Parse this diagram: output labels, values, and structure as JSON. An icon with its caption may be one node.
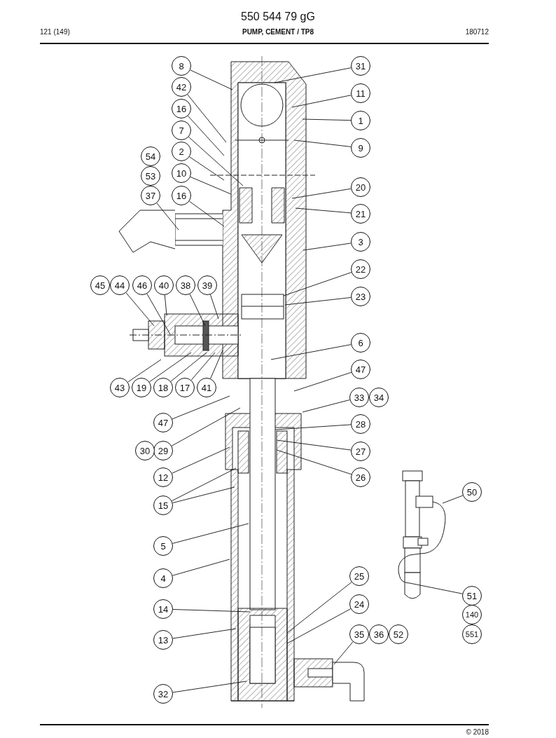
{
  "diagram": {
    "title": "PUMP, CEMENT / TP8",
    "nodes": [
      {
        "text": [
          "8"
        ]
      },
      {
        "text": [
          "31"
        ]
      },
      {
        "text": [
          "42"
        ]
      },
      {
        "text": [
          "11"
        ]
      },
      {
        "text": [
          "16"
        ]
      },
      {
        "text": [
          "1"
        ]
      },
      {
        "text": [
          "7"
        ]
      },
      {
        "text": [
          "9"
        ]
      },
      {
        "text": [
          "2"
        ]
      },
      {
        "text": [
          "10"
        ]
      },
      {
        "text": [
          "20"
        ]
      },
      {
        "text": [
          "37"
        ]
      },
      {
        "text": [
          "16"
        ]
      },
      {
        "text": [
          "21"
        ]
      },
      {
        "text": [
          "3"
        ]
      },
      {
        "text": [
          "22"
        ]
      },
      {
        "text": [
          "44"
        ]
      },
      {
        "text": [
          "46"
        ]
      },
      {
        "text": [
          "40"
        ]
      },
      {
        "text": [
          "38"
        ]
      },
      {
        "text": [
          "39"
        ]
      },
      {
        "text": [
          "23"
        ]
      },
      {
        "text": [
          "6"
        ]
      },
      {
        "text": [
          "43"
        ]
      },
      {
        "text": [
          "19"
        ]
      },
      {
        "text": [
          "18"
        ]
      },
      {
        "text": [
          "17"
        ]
      },
      {
        "text": [
          "41"
        ]
      },
      {
        "text": [
          "47"
        ]
      },
      {
        "text": [
          "33"
        ]
      },
      {
        "text": [
          "47"
        ]
      },
      {
        "text": [
          "29"
        ]
      },
      {
        "text": [
          "28"
        ]
      },
      {
        "text": [
          "27"
        ]
      },
      {
        "text": [
          "12"
        ]
      },
      {
        "text": [
          "26"
        ]
      },
      {
        "text": [
          "15"
        ]
      },
      {
        "text": [
          "5"
        ]
      },
      {
        "text": [
          "4"
        ]
      },
      {
        "text": [
          "25"
        ]
      },
      {
        "text": [
          "14"
        ]
      },
      {
        "text": [
          "24"
        ]
      },
      {
        "text": [
          "13"
        ]
      },
      {
        "text": [
          "35"
        ]
      },
      {
        "text": [
          "32"
        ]
      },
      {
        "text": [
          "50"
        ]
      },
      {
        "text": [
          "51"
        ]
      },
      {
        "text": [
          "54"
        ]
      },
      {
        "text": [
          "53"
        ]
      },
      {
        "text": [
          "45"
        ]
      },
      {
        "text": [
          "34"
        ]
      },
      {
        "text": [
          "30"
        ]
      },
      {
        "text": [
          "36"
        ]
      },
      {
        "text": [
          "52"
        ]
      },
      {
        "text": [
          "140"
        ]
      },
      {
        "text": [
          "551"
        ]
      }
    ],
    "edges": [
      {
        "from": 0,
        "to": null,
        "arrow": "none"
      },
      {
        "from": 1,
        "to": null,
        "arrow": "none"
      },
      {
        "from": 2,
        "to": null,
        "arrow": "none"
      },
      {
        "from": 3,
        "to": null,
        "arrow": "none"
      },
      {
        "from": 4,
        "to": null,
        "arrow": "none"
      },
      {
        "from": 5,
        "to": null,
        "arrow": "none"
      },
      {
        "from": 6,
        "to": null,
        "arrow": "none"
      },
      {
        "from": 7,
        "to": null,
        "arrow": "none"
      },
      {
        "from": 8,
        "to": null,
        "arrow": "none"
      },
      {
        "from": 9,
        "to": null,
        "arrow": "none"
      },
      {
        "from": 10,
        "to": null,
        "arrow": "none"
      },
      {
        "from": 11,
        "to": null,
        "arrow": "none"
      },
      {
        "from": 12,
        "to": null,
        "arrow": "none"
      },
      {
        "from": 13,
        "to": null,
        "arrow": "none"
      },
      {
        "from": 14,
        "to": null,
        "arrow": "none"
      },
      {
        "from": 15,
        "to": null,
        "arrow": "none"
      },
      {
        "from": 16,
        "to": null,
        "arrow": "none"
      },
      {
        "from": 17,
        "to": null,
        "arrow": "none"
      },
      {
        "from": 18,
        "to": null,
        "arrow": "none"
      },
      {
        "from": 19,
        "to": null,
        "arrow": "none"
      },
      {
        "from": 20,
        "to": null,
        "arrow": "none"
      },
      {
        "from": 21,
        "to": null,
        "arrow": "none"
      },
      {
        "from": 22,
        "to": null,
        "arrow": "none"
      },
      {
        "from": 23,
        "to": null,
        "arrow": "none"
      },
      {
        "from": 24,
        "to": null,
        "arrow": "none"
      },
      {
        "from": 25,
        "to": null,
        "arrow": "none"
      },
      {
        "from": 26,
        "to": null,
        "arrow": "none"
      },
      {
        "from": 27,
        "to": null,
        "arrow": "none"
      },
      {
        "from": 28,
        "to": null,
        "arrow": "none"
      },
      {
        "from": 29,
        "to": null,
        "arrow": "none"
      },
      {
        "from": 30,
        "to": null,
        "arrow": "none"
      },
      {
        "from": 31,
        "to": null,
        "arrow": "none"
      },
      {
        "from": 32,
        "to": null,
        "arrow": "none"
      },
      {
        "from": 33,
        "to": null,
        "arrow": "none"
      },
      {
        "from": 34,
        "to": null,
        "arrow": "none"
      },
      {
        "from": 35,
        "to": null,
        "arrow": "none"
      },
      {
        "from": 36,
        "to": null,
        "arrow": "none"
      },
      {
        "from": 36,
        "to": null,
        "arrow": "none"
      },
      {
        "from": 37,
        "to": null,
        "arrow": "none"
      },
      {
        "from": 38,
        "to": null,
        "arrow": "none"
      },
      {
        "from": 39,
        "to": null,
        "arrow": "none"
      },
      {
        "from": 40,
        "to": null,
        "arrow": "none"
      },
      {
        "from": 41,
        "to": null,
        "arrow": "none"
      },
      {
        "from": 42,
        "to": null,
        "arrow": "none"
      },
      {
        "from": 43,
        "to": null,
        "arrow": "none"
      },
      {
        "from": 44,
        "to": null,
        "arrow": "none"
      },
      {
        "from": 45,
        "to": null,
        "arrow": "none"
      },
      {
        "from": 46,
        "to": null,
        "arrow": "none"
      }
    ],
    "labels": [
      "550 544 79 gG",
      "121 (149)",
      "180712",
      "© 2018"
    ]
  }
}
